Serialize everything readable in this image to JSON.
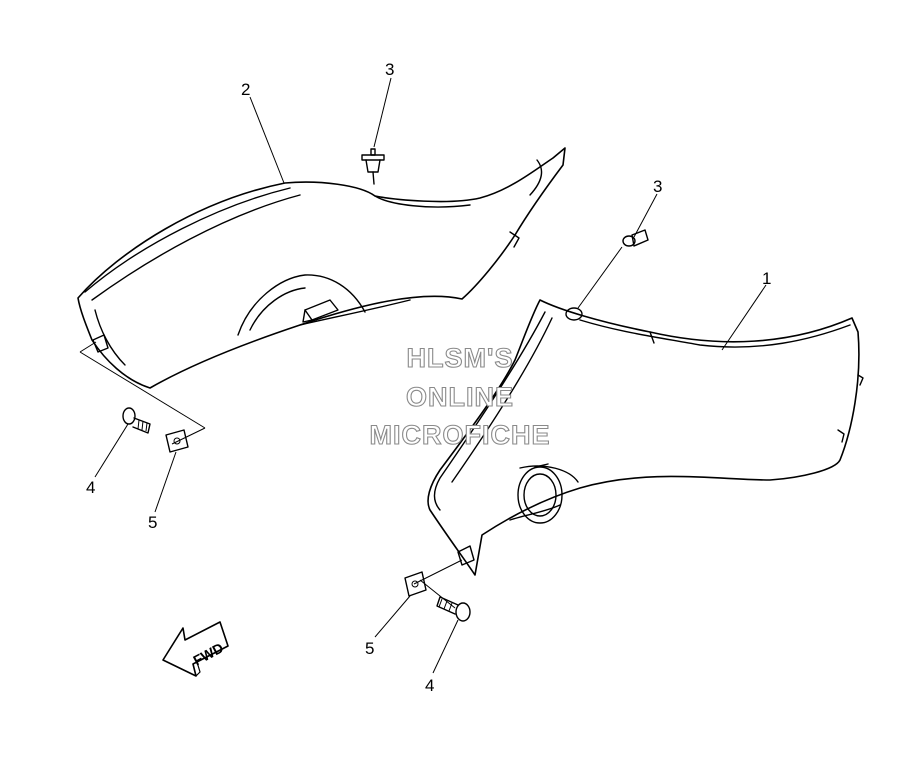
{
  "callouts": [
    {
      "id": "c-2a",
      "text": "2"
    },
    {
      "id": "c-3a",
      "text": "3"
    },
    {
      "id": "c-3b",
      "text": "3"
    },
    {
      "id": "c-1",
      "text": "1"
    },
    {
      "id": "c-4a",
      "text": "4"
    },
    {
      "id": "c-5a",
      "text": "5"
    },
    {
      "id": "c-5b",
      "text": "5"
    },
    {
      "id": "c-4b",
      "text": "4"
    }
  ],
  "watermark": [
    "HLSM'S",
    "ONLINE",
    "MICROFICHE"
  ],
  "fwd_arrow": {
    "label": "FWD"
  },
  "colors": {
    "line": "#000000",
    "watermark_outline": "#8a8a8a",
    "background": "#ffffff"
  }
}
